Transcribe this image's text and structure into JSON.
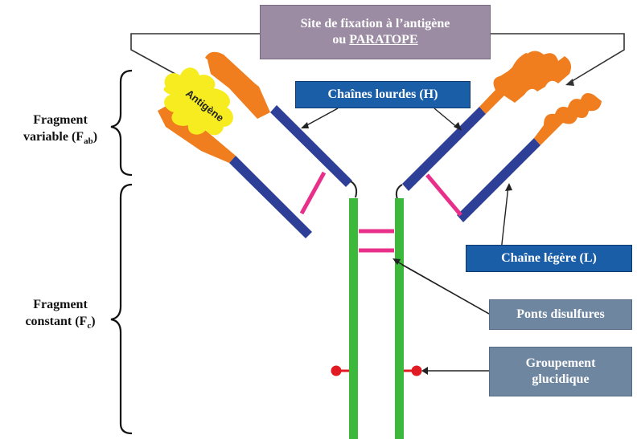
{
  "labels": {
    "site_line1": "Site de fixation à l’antigène",
    "site_line2_prefix": "ou ",
    "site_line2_underlined": "PARATOPE",
    "heavy_chains": "Chaînes lourdes (H)",
    "light_chain": "Chaîne légère (L)",
    "disulfide_bridges": "Ponts disulfures",
    "glucidic_line1": "Groupement",
    "glucidic_line2": "glucidique",
    "antigen": "Antigène",
    "variable_line1": "Fragment",
    "variable_line2": "variable (F",
    "variable_sub": "ab",
    "variable_close": ")",
    "constant_line1": "Fragment",
    "constant_line2": "constant (F",
    "constant_sub": "c",
    "constant_close": ")"
  },
  "colors": {
    "heavy_chain": "#2e3f98",
    "constant_chain": "#3cb83a",
    "variable_region": "#f07d1e",
    "antigen": "#f6ec1f",
    "disulfide": "#e8308a",
    "glucidic": "#e01b24",
    "label_box_purple": "#9c8ca3",
    "label_box_blue": "#1a5ea8",
    "label_box_gray": "#6f86a1"
  }
}
